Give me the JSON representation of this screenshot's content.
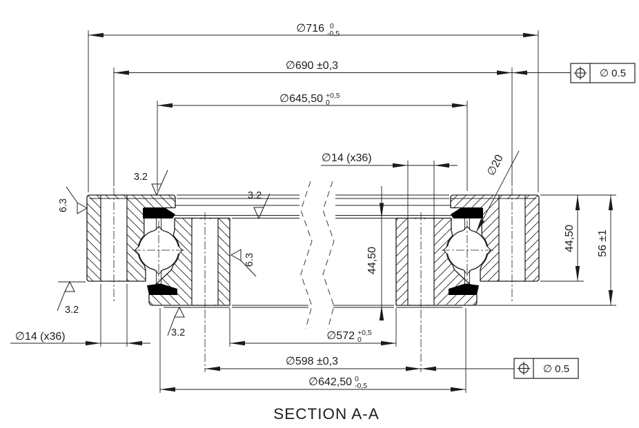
{
  "drawing": {
    "title": "SECTION A-A",
    "dimensions": {
      "d716": {
        "label": "∅716",
        "tol_upper": "0",
        "tol_lower": "-0,5"
      },
      "d690": {
        "label": "∅690 ±0,3"
      },
      "d645": {
        "label": "∅645,50",
        "tol_upper": "+0,5",
        "tol_lower": "0"
      },
      "d14_top": {
        "label": "∅14 (x36)"
      },
      "d20": {
        "label": "∅20"
      },
      "d4450_mid": {
        "label": "44,50"
      },
      "d4450_right": {
        "label": "44,50"
      },
      "d56": {
        "label": "56 ±1"
      },
      "d572": {
        "label": "∅572",
        "tol_upper": "+0,5",
        "tol_lower": "0"
      },
      "d598": {
        "label": "∅598 ±0,3"
      },
      "d642": {
        "label": "∅642,50",
        "tol_upper": "0",
        "tol_lower": "-0,5"
      },
      "d14_bottom": {
        "label": "∅14 (x36)"
      }
    },
    "surface_finish": {
      "outer_top": "3.2",
      "outer_od": "6.3",
      "outer_bottom": "3.2",
      "inner_top": "3.2",
      "inner_bore": "6.3",
      "inner_bottom": "3.2"
    },
    "tolerance_frames": {
      "top": {
        "symbol_name": "position-tolerance",
        "value": "∅ 0.5"
      },
      "bottom": {
        "symbol_name": "position-tolerance",
        "value": "∅ 0.5"
      }
    },
    "colors": {
      "line": "#1c1c1c",
      "seal_fill": "#000000",
      "background": "#ffffff"
    }
  }
}
